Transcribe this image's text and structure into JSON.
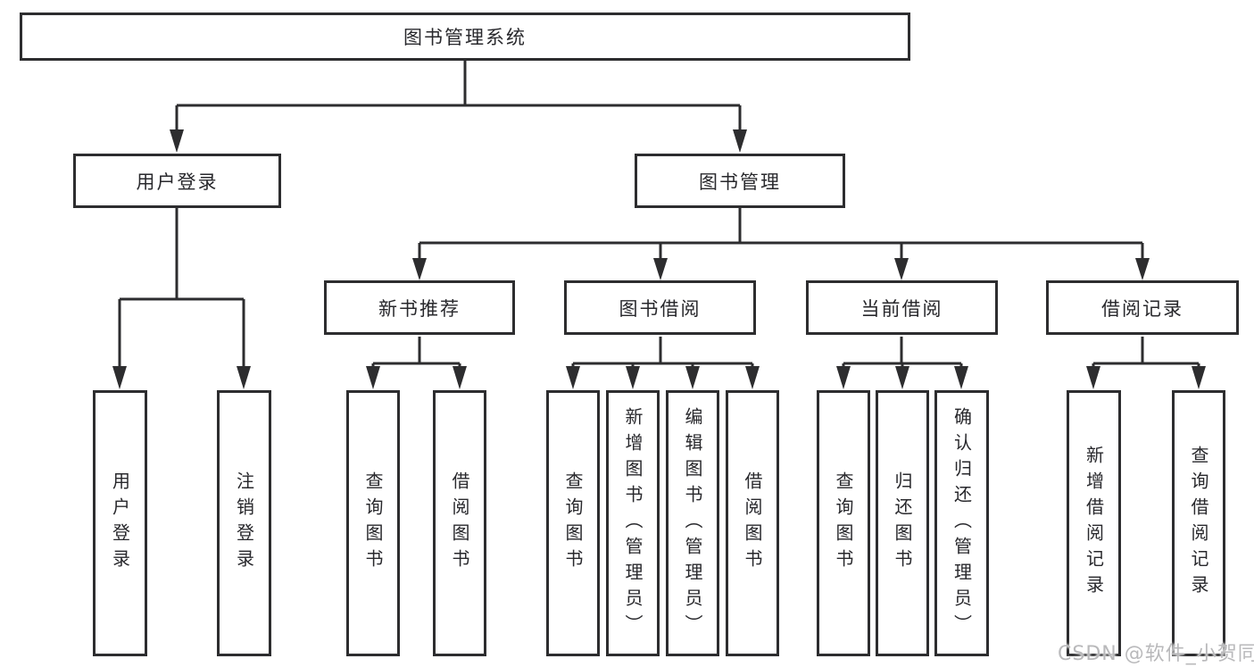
{
  "diagram": {
    "type": "hierarchy",
    "colors": {
      "line": "#2d2d2f",
      "box_border": "#2d2d2f",
      "box_fill": "#ffffff",
      "text": "#28282c",
      "watermark": "#b9b9bb"
    },
    "tree": {
      "root": "图书管理系统",
      "children": [
        {
          "label": "用户登录",
          "children": [
            "用户登录",
            "注销登录"
          ]
        },
        {
          "label": "图书管理",
          "children": [
            {
              "label": "新书推荐",
              "children": [
                "查询图书",
                "借阅图书"
              ]
            },
            {
              "label": "图书借阅",
              "children": [
                "查询图书",
                "新增图书（管理员）",
                "编辑图书（管理员）",
                "借阅图书"
              ]
            },
            {
              "label": "当前借阅",
              "children": [
                "查询图书",
                "归还图书",
                "确认归还（管理员）"
              ]
            },
            {
              "label": "借阅记录",
              "children": [
                "新增借阅记录",
                "查询借阅记录"
              ]
            }
          ]
        }
      ]
    }
  },
  "watermark": {
    "text": "CSDN @软件_小贺同学"
  }
}
